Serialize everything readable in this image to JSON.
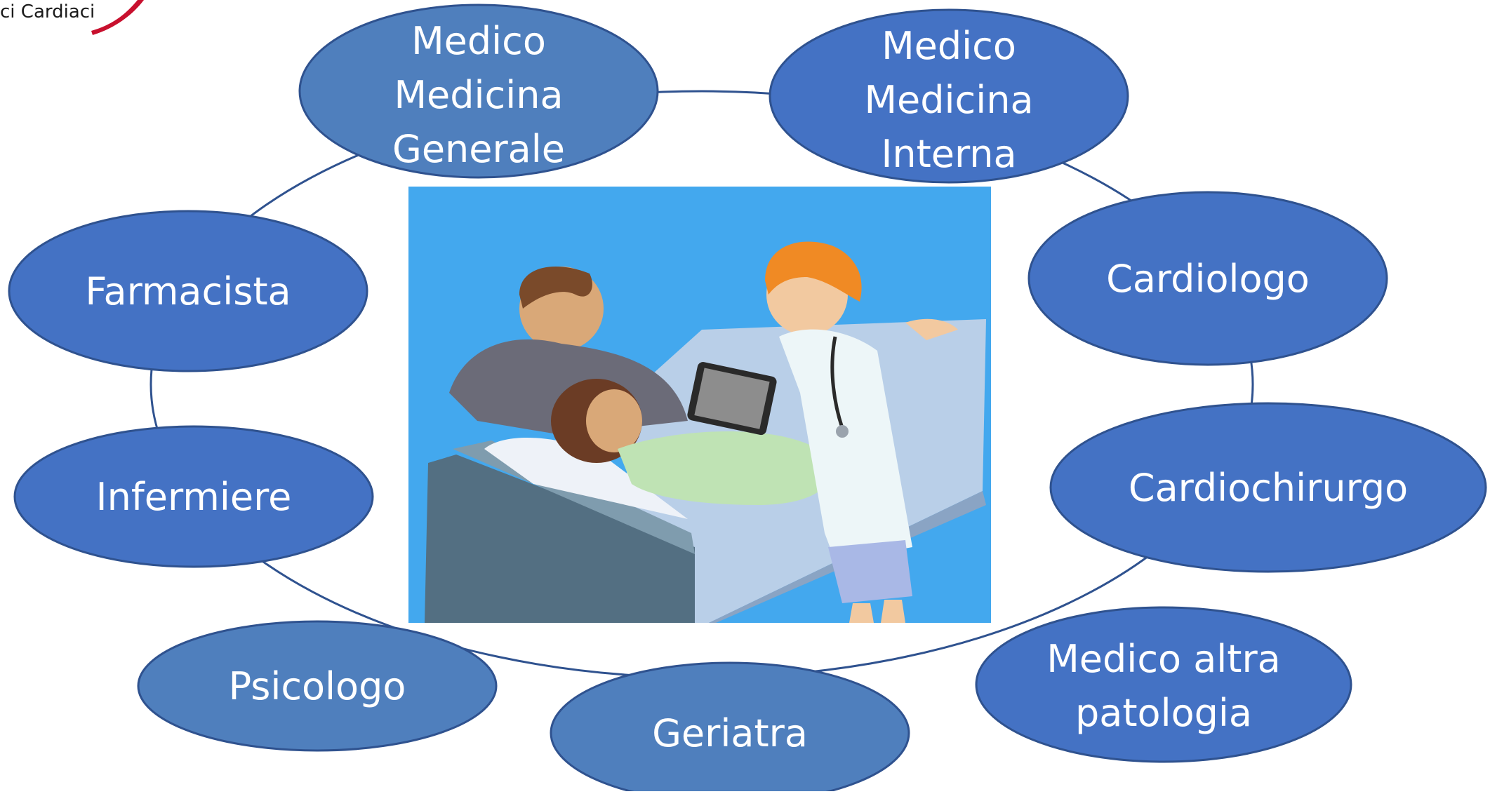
{
  "header": {
    "logo_text": "ci Cardiaci"
  },
  "diagram": {
    "colors": {
      "node_fill_dark": "#4472c4",
      "node_fill_light": "#4f7fbd",
      "node_stroke": "#2f528f",
      "ring": "#2f528f",
      "illustration_bg": "#43a8ee"
    },
    "illustration_icon": "doctor-patient-tablet-illustration",
    "nodes": {
      "mmg": {
        "lines": [
          "Medico",
          "Medicina",
          "Generale"
        ]
      },
      "mmi": {
        "lines": [
          "Medico",
          "Medicina",
          "Interna"
        ]
      },
      "farmacista": {
        "lines": [
          "Farmacista"
        ]
      },
      "cardiologo": {
        "lines": [
          "Cardiologo"
        ]
      },
      "infermiere": {
        "lines": [
          "Infermiere"
        ]
      },
      "cardiochirurgo": {
        "lines": [
          "Cardiochirurgo"
        ]
      },
      "psicologo": {
        "lines": [
          "Psicologo"
        ]
      },
      "geriatra": {
        "lines": [
          "Geriatra"
        ]
      },
      "altra": {
        "lines": [
          "Medico altra",
          "patologia"
        ]
      }
    }
  }
}
